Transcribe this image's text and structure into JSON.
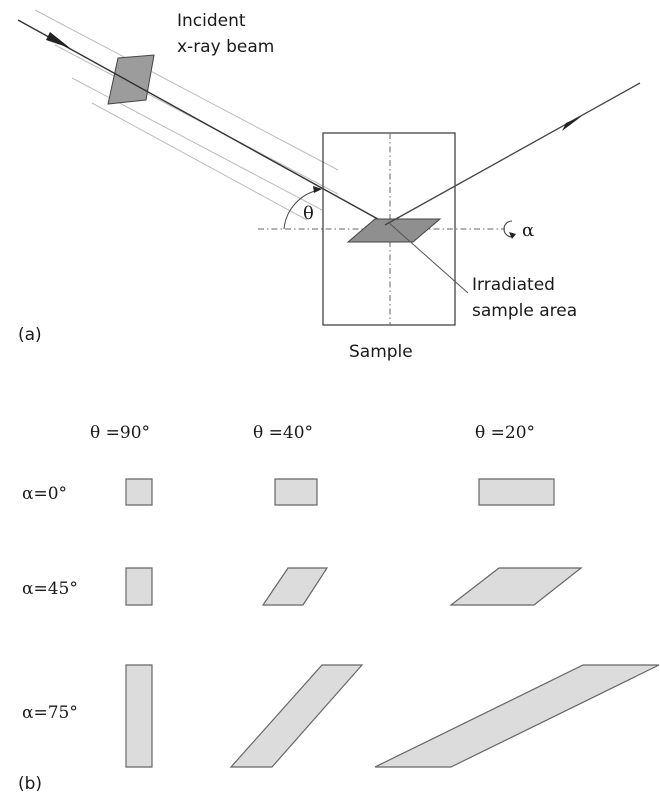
{
  "panel_a": {
    "label": "(a)",
    "beam_label_line1": "Incident",
    "beam_label_line2": "x-ray beam",
    "theta_symbol": "θ",
    "alpha_symbol": "α",
    "area_label_line1": "Irradiated",
    "area_label_line2": "sample area",
    "sample_label": "Sample",
    "colors": {
      "shape_fill": "#9c9c9c",
      "line": "#444444",
      "guide": "#555555"
    }
  },
  "panel_b": {
    "label": "(b)",
    "columns": [
      "θ =90°",
      "θ =40°",
      "θ =20°"
    ],
    "rows": [
      "α=0°",
      "α=45°",
      "α=75°"
    ],
    "colors": {
      "shape_fill": "#dcdcdc",
      "shape_stroke": "#666666"
    }
  }
}
